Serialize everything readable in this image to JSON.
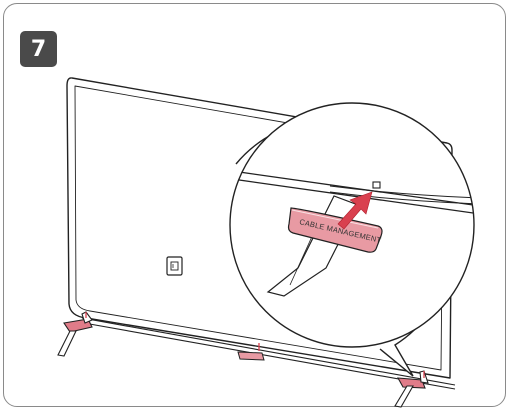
{
  "step": {
    "number": "7"
  },
  "callout": {
    "label": "CABLE MANAGEMENT"
  },
  "colors": {
    "accent_red": "#d9404f",
    "part_pink": "#e89aa3",
    "outline": "#222222",
    "badge": "#4a4a4a"
  },
  "icons": [
    "tv-rear-outline",
    "terminal-port-icon",
    "cable-clip-icon",
    "insert-arrow-icon",
    "stand-foot-icon"
  ]
}
